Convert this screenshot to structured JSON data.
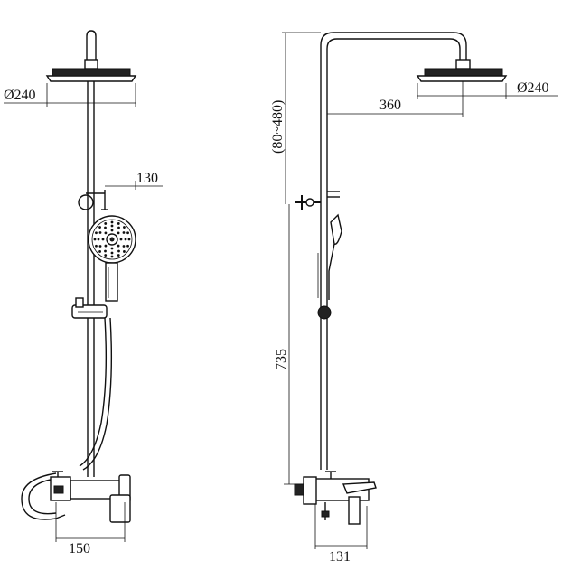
{
  "dimensions": {
    "front_head_diameter": "Ø240",
    "front_handshower_offset": "130",
    "front_base_width": "150",
    "side_riser_adjust": "(80~480)",
    "side_arm_reach": "360",
    "side_head_diameter": "Ø240",
    "side_height": "735",
    "side_base_depth": "131"
  },
  "colors": {
    "line": "#111111",
    "background": "#ffffff"
  }
}
